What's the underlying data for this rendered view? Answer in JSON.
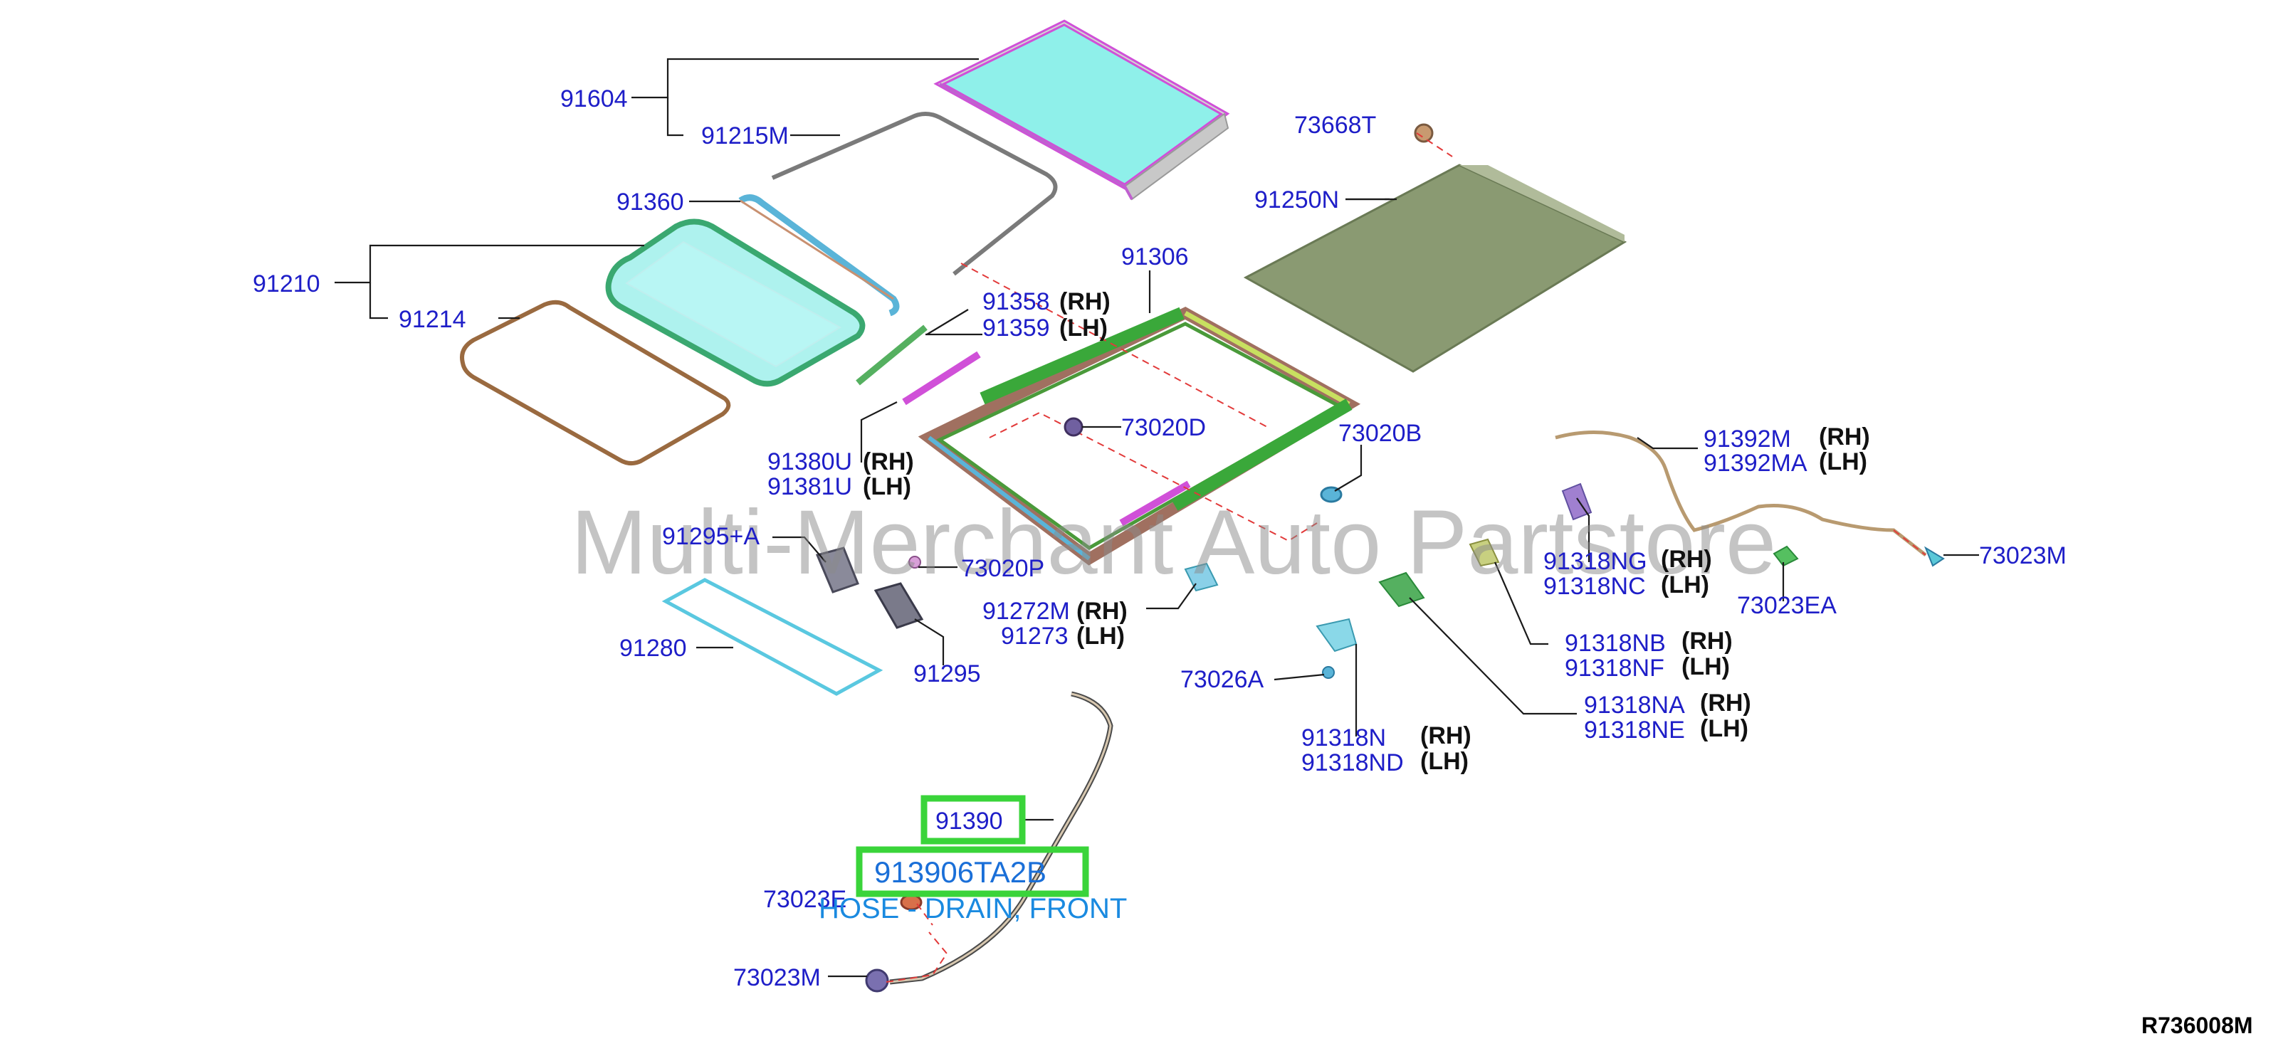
{
  "watermark": "Multi-Merchant Auto Partstore",
  "reference_code": "R736008M",
  "highlighted_part": {
    "callout": "91390",
    "part_number": "913906TA2B",
    "description": "HOSE - DRAIN, FRONT"
  },
  "side_labels": {
    "rh": "(RH)",
    "lh": "(LH)"
  },
  "callouts": {
    "c91604": "91604",
    "c91215m": "91215M",
    "c91360": "91360",
    "c91210": "91210",
    "c91214": "91214",
    "c73668t": "73668T",
    "c91250n": "91250N",
    "c91306": "91306",
    "c91358": "91358",
    "c91359": "91359",
    "c91380u": "91380U",
    "c91381u": "91381U",
    "c73020d": "73020D",
    "c73020b": "73020B",
    "c91392m": "91392M",
    "c91392ma": "91392MA",
    "c91295a": "91295+A",
    "c73020p": "73020P",
    "c91280": "91280",
    "c91295": "91295",
    "c91272m": "91272M",
    "c91273": "91273",
    "c91318ng": "91318NG",
    "c91318nc": "91318NC",
    "c73023ea": "73023EA",
    "c73023m_r": "73023M",
    "c91318nb": "91318NB",
    "c91318nf": "91318NF",
    "c73026a": "73026A",
    "c91318na": "91318NA",
    "c91318ne": "91318NE",
    "c91318n": "91318N",
    "c91318nd": "91318ND",
    "c73023e": "73023E",
    "c73023m_l": "73023M"
  },
  "colors": {
    "callout": "#1e1ec8",
    "glass": "#9ff0ec",
    "glass_edge": "#e060e0",
    "shade": "#8a9a70",
    "frame": "#3aa83a",
    "frame_rear": "#a07060",
    "highlight_box": "#3ad43a",
    "leader_dash": "#e23a3a"
  }
}
